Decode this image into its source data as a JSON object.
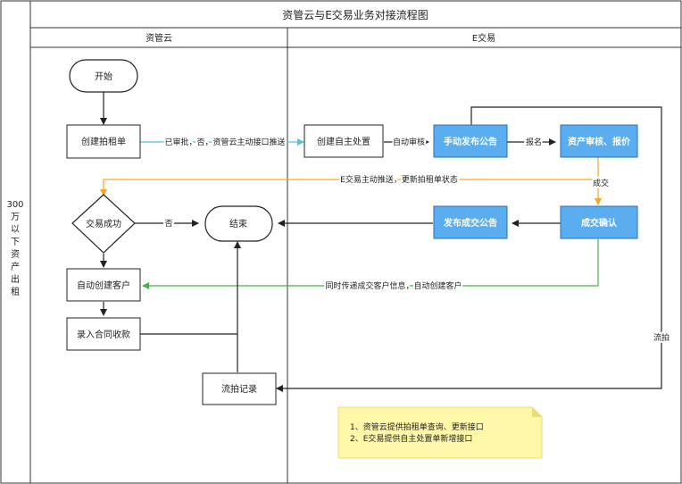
{
  "title": "资管云与E交易业务对接流程图",
  "side_label_chars": [
    "300",
    "万",
    "以",
    "下",
    "资",
    "产",
    "出",
    "租"
  ],
  "lanes": {
    "left": "资管云",
    "right": "E交易"
  },
  "nodes": {
    "start": "开始",
    "create_lease": "创建拍租单",
    "create_self": "创建自主处置",
    "manual_publish": "手动发布公告",
    "asset_review": "资产审核、报价",
    "trade_success": "交易成功",
    "end": "结束",
    "publish_deal": "发布成交公告",
    "deal_confirm": "成交确认",
    "auto_customer": "自动创建客户",
    "record_contract": "录入合同收款",
    "failed_record": "流拍记录"
  },
  "edge_labels": {
    "approved_push": "已审批，否，资管云主动接口推送",
    "auto_review": "自动审核",
    "signup": "报名",
    "e_push_update": "E交易主动推送，更新拍租单状态",
    "deal": "成交",
    "no": "否",
    "sync_customer": "同时传递成交客户信息，自动创建客户",
    "failed": "流拍"
  },
  "note_lines": [
    "1、资管云提供拍租单查询、更新接口",
    "2、E交易提供自主处置单新增接口"
  ],
  "colors": {
    "blue_fill": "#5aaef0",
    "cyan_edge": "#4fc6dc",
    "orange_edge": "#f5a623",
    "green_edge": "#4caf50",
    "note_fill": "#fff7a8"
  }
}
